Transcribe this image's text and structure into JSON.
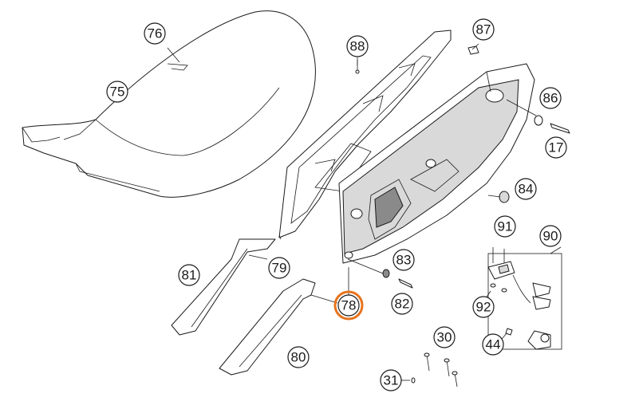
{
  "diagram": {
    "highlight_color": "#e8731c",
    "line_color": "#1a1a1a",
    "background": "#ffffff",
    "callouts": [
      {
        "id": "c75",
        "label": "75"
      },
      {
        "id": "c76",
        "label": "76"
      },
      {
        "id": "c88",
        "label": "88"
      },
      {
        "id": "c87",
        "label": "87"
      },
      {
        "id": "c86",
        "label": "86"
      },
      {
        "id": "c17",
        "label": "17"
      },
      {
        "id": "c84",
        "label": "84"
      },
      {
        "id": "c91",
        "label": "91"
      },
      {
        "id": "c90",
        "label": "90"
      },
      {
        "id": "c81",
        "label": "81"
      },
      {
        "id": "c79",
        "label": "79"
      },
      {
        "id": "c83",
        "label": "83"
      },
      {
        "id": "c82",
        "label": "82"
      },
      {
        "id": "c78",
        "label": "78",
        "highlighted": true
      },
      {
        "id": "c92",
        "label": "92"
      },
      {
        "id": "c80",
        "label": "80"
      },
      {
        "id": "c30",
        "label": "30"
      },
      {
        "id": "c44",
        "label": "44"
      },
      {
        "id": "c31",
        "label": "31"
      }
    ]
  }
}
